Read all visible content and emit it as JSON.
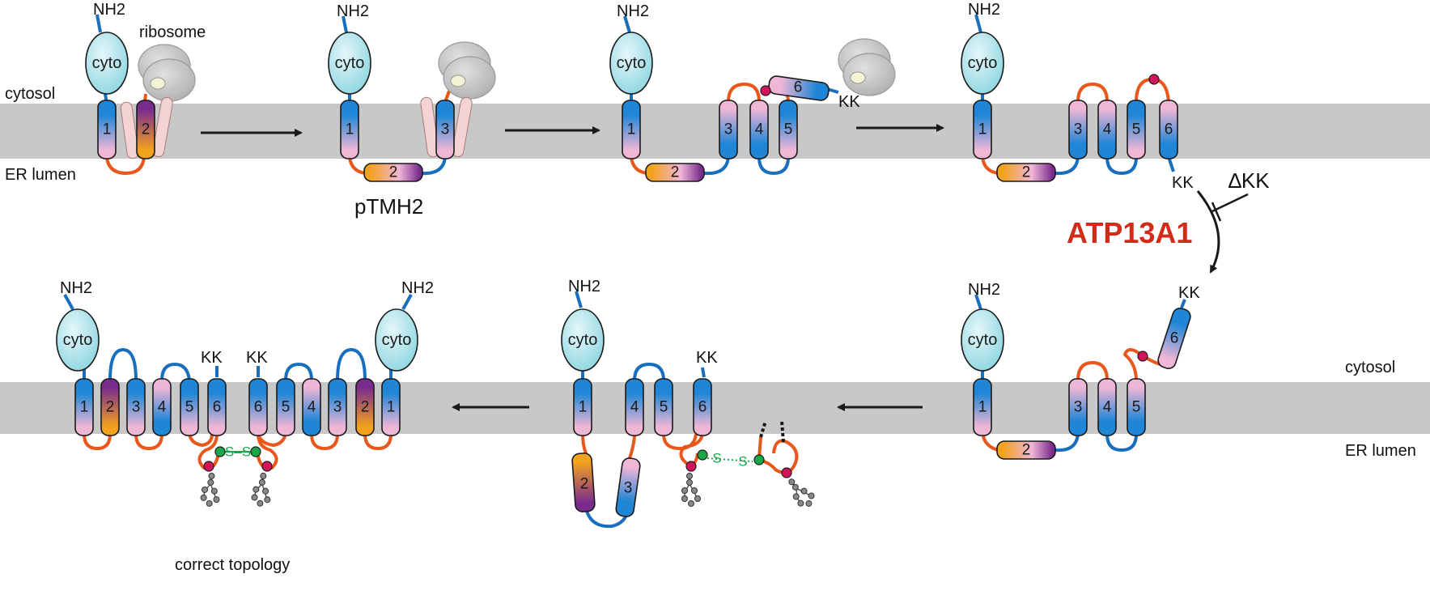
{
  "labels": {
    "nh2": "NH2",
    "cyto": "cyto",
    "ribosome": "ribosome",
    "cytosol": "cytosol",
    "er_lumen": "ER lumen",
    "ptmh2": "pTMH2",
    "kk": "KK",
    "delta_kk": "∆KK",
    "enzyme": "ATP13A1",
    "correct_topology": "correct topology",
    "s": "S",
    "ss_bond": "S–S",
    "ss_partial": "S····S"
  },
  "helix_numbers": [
    "1",
    "2",
    "3",
    "4",
    "5",
    "6"
  ],
  "colors": {
    "membrane": "#c8c8c8",
    "tm_blue": "#1f86d6",
    "tm_pink": "#efb6d6",
    "tm_purple": "#7a2b8e",
    "tm_orange": "#f3a21d",
    "loop_blue": "#1a6fbd",
    "loop_orange": "#e8571c",
    "cyto_fill": "#aee3ea",
    "ribosome": "#bdbdbd",
    "translocon": "#f3d3d3",
    "glyco": "#d4145a",
    "disulfide": "#1aa64a",
    "enzyme": "#d22b1a"
  }
}
